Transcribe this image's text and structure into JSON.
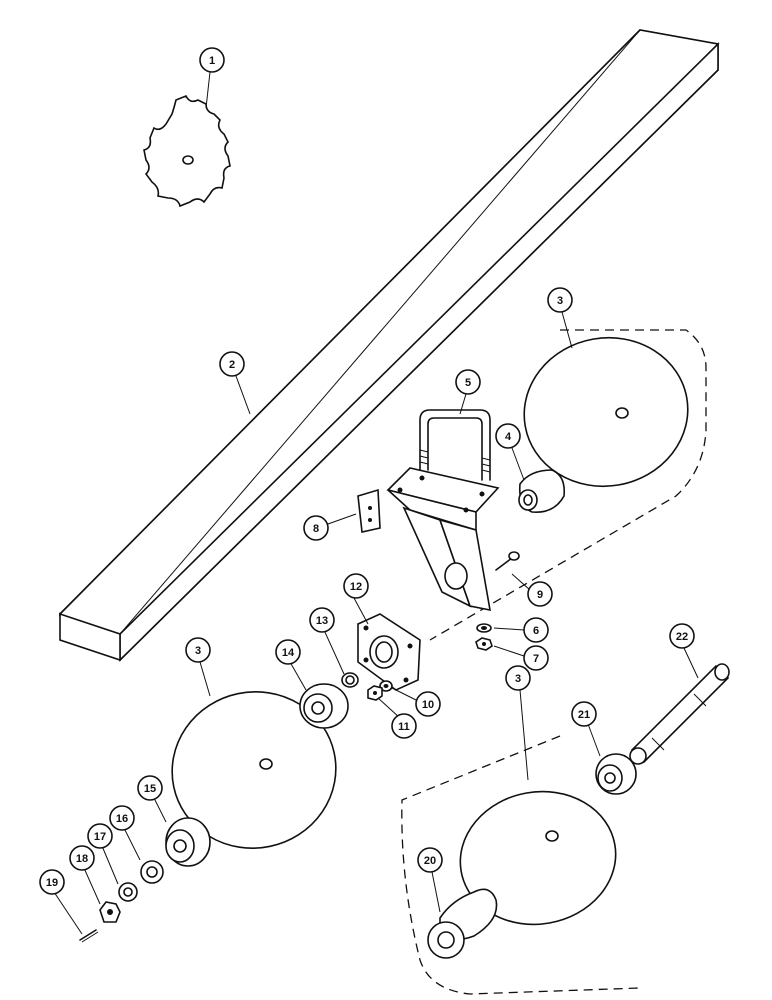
{
  "callouts": [
    {
      "id": "c1",
      "text": "1"
    },
    {
      "id": "c2",
      "text": "2"
    },
    {
      "id": "c3a",
      "text": "3"
    },
    {
      "id": "c3b",
      "text": "3"
    },
    {
      "id": "c3c",
      "text": "3"
    },
    {
      "id": "c4",
      "text": "4"
    },
    {
      "id": "c5",
      "text": "5"
    },
    {
      "id": "c6",
      "text": "6"
    },
    {
      "id": "c7",
      "text": "7"
    },
    {
      "id": "c8",
      "text": "8"
    },
    {
      "id": "c9",
      "text": "9"
    },
    {
      "id": "c10",
      "text": "10"
    },
    {
      "id": "c11",
      "text": "11"
    },
    {
      "id": "c12",
      "text": "12"
    },
    {
      "id": "c13",
      "text": "13"
    },
    {
      "id": "c14",
      "text": "14"
    },
    {
      "id": "c15",
      "text": "15"
    },
    {
      "id": "c16",
      "text": "16"
    },
    {
      "id": "c17",
      "text": "17"
    },
    {
      "id": "c18",
      "text": "18"
    },
    {
      "id": "c19",
      "text": "19"
    },
    {
      "id": "c20",
      "text": "20"
    },
    {
      "id": "c21",
      "text": "21"
    },
    {
      "id": "c22",
      "text": "22"
    }
  ]
}
